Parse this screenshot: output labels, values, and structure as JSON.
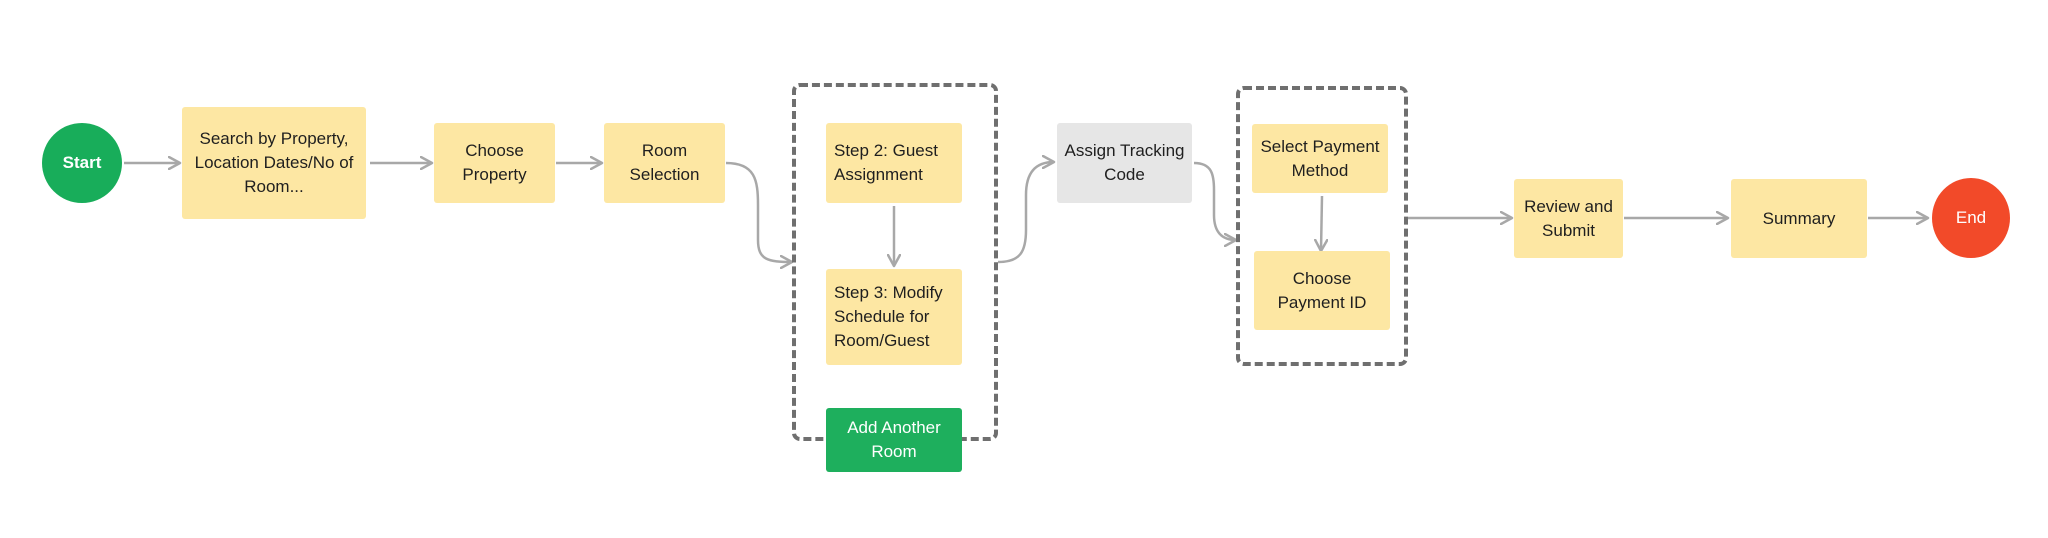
{
  "colors": {
    "process": "#fde7a3",
    "grey_process": "#e6e6e6",
    "start": "#18ad5a",
    "end": "#f24a29",
    "add_room": "#1eaf5d",
    "arrow": "#a8a8a8",
    "group_border": "#6f6f6f"
  },
  "nodes": {
    "start": "Start",
    "search": "Search by Property, Location Dates/No of Room...",
    "choose_property": "Choose Property",
    "room_selection": "Room Selection",
    "guest_assignment": "Step 2: Guest Assignment",
    "modify_schedule": "Step 3: Modify Schedule for Room/Guest",
    "add_room": "Add Another Room",
    "assign_tracking": "Assign Tracking Code",
    "select_payment": "Select Payment Method",
    "choose_payment_id": "Choose Payment ID",
    "review_submit": "Review and Submit",
    "summary": "Summary",
    "end": "End"
  }
}
